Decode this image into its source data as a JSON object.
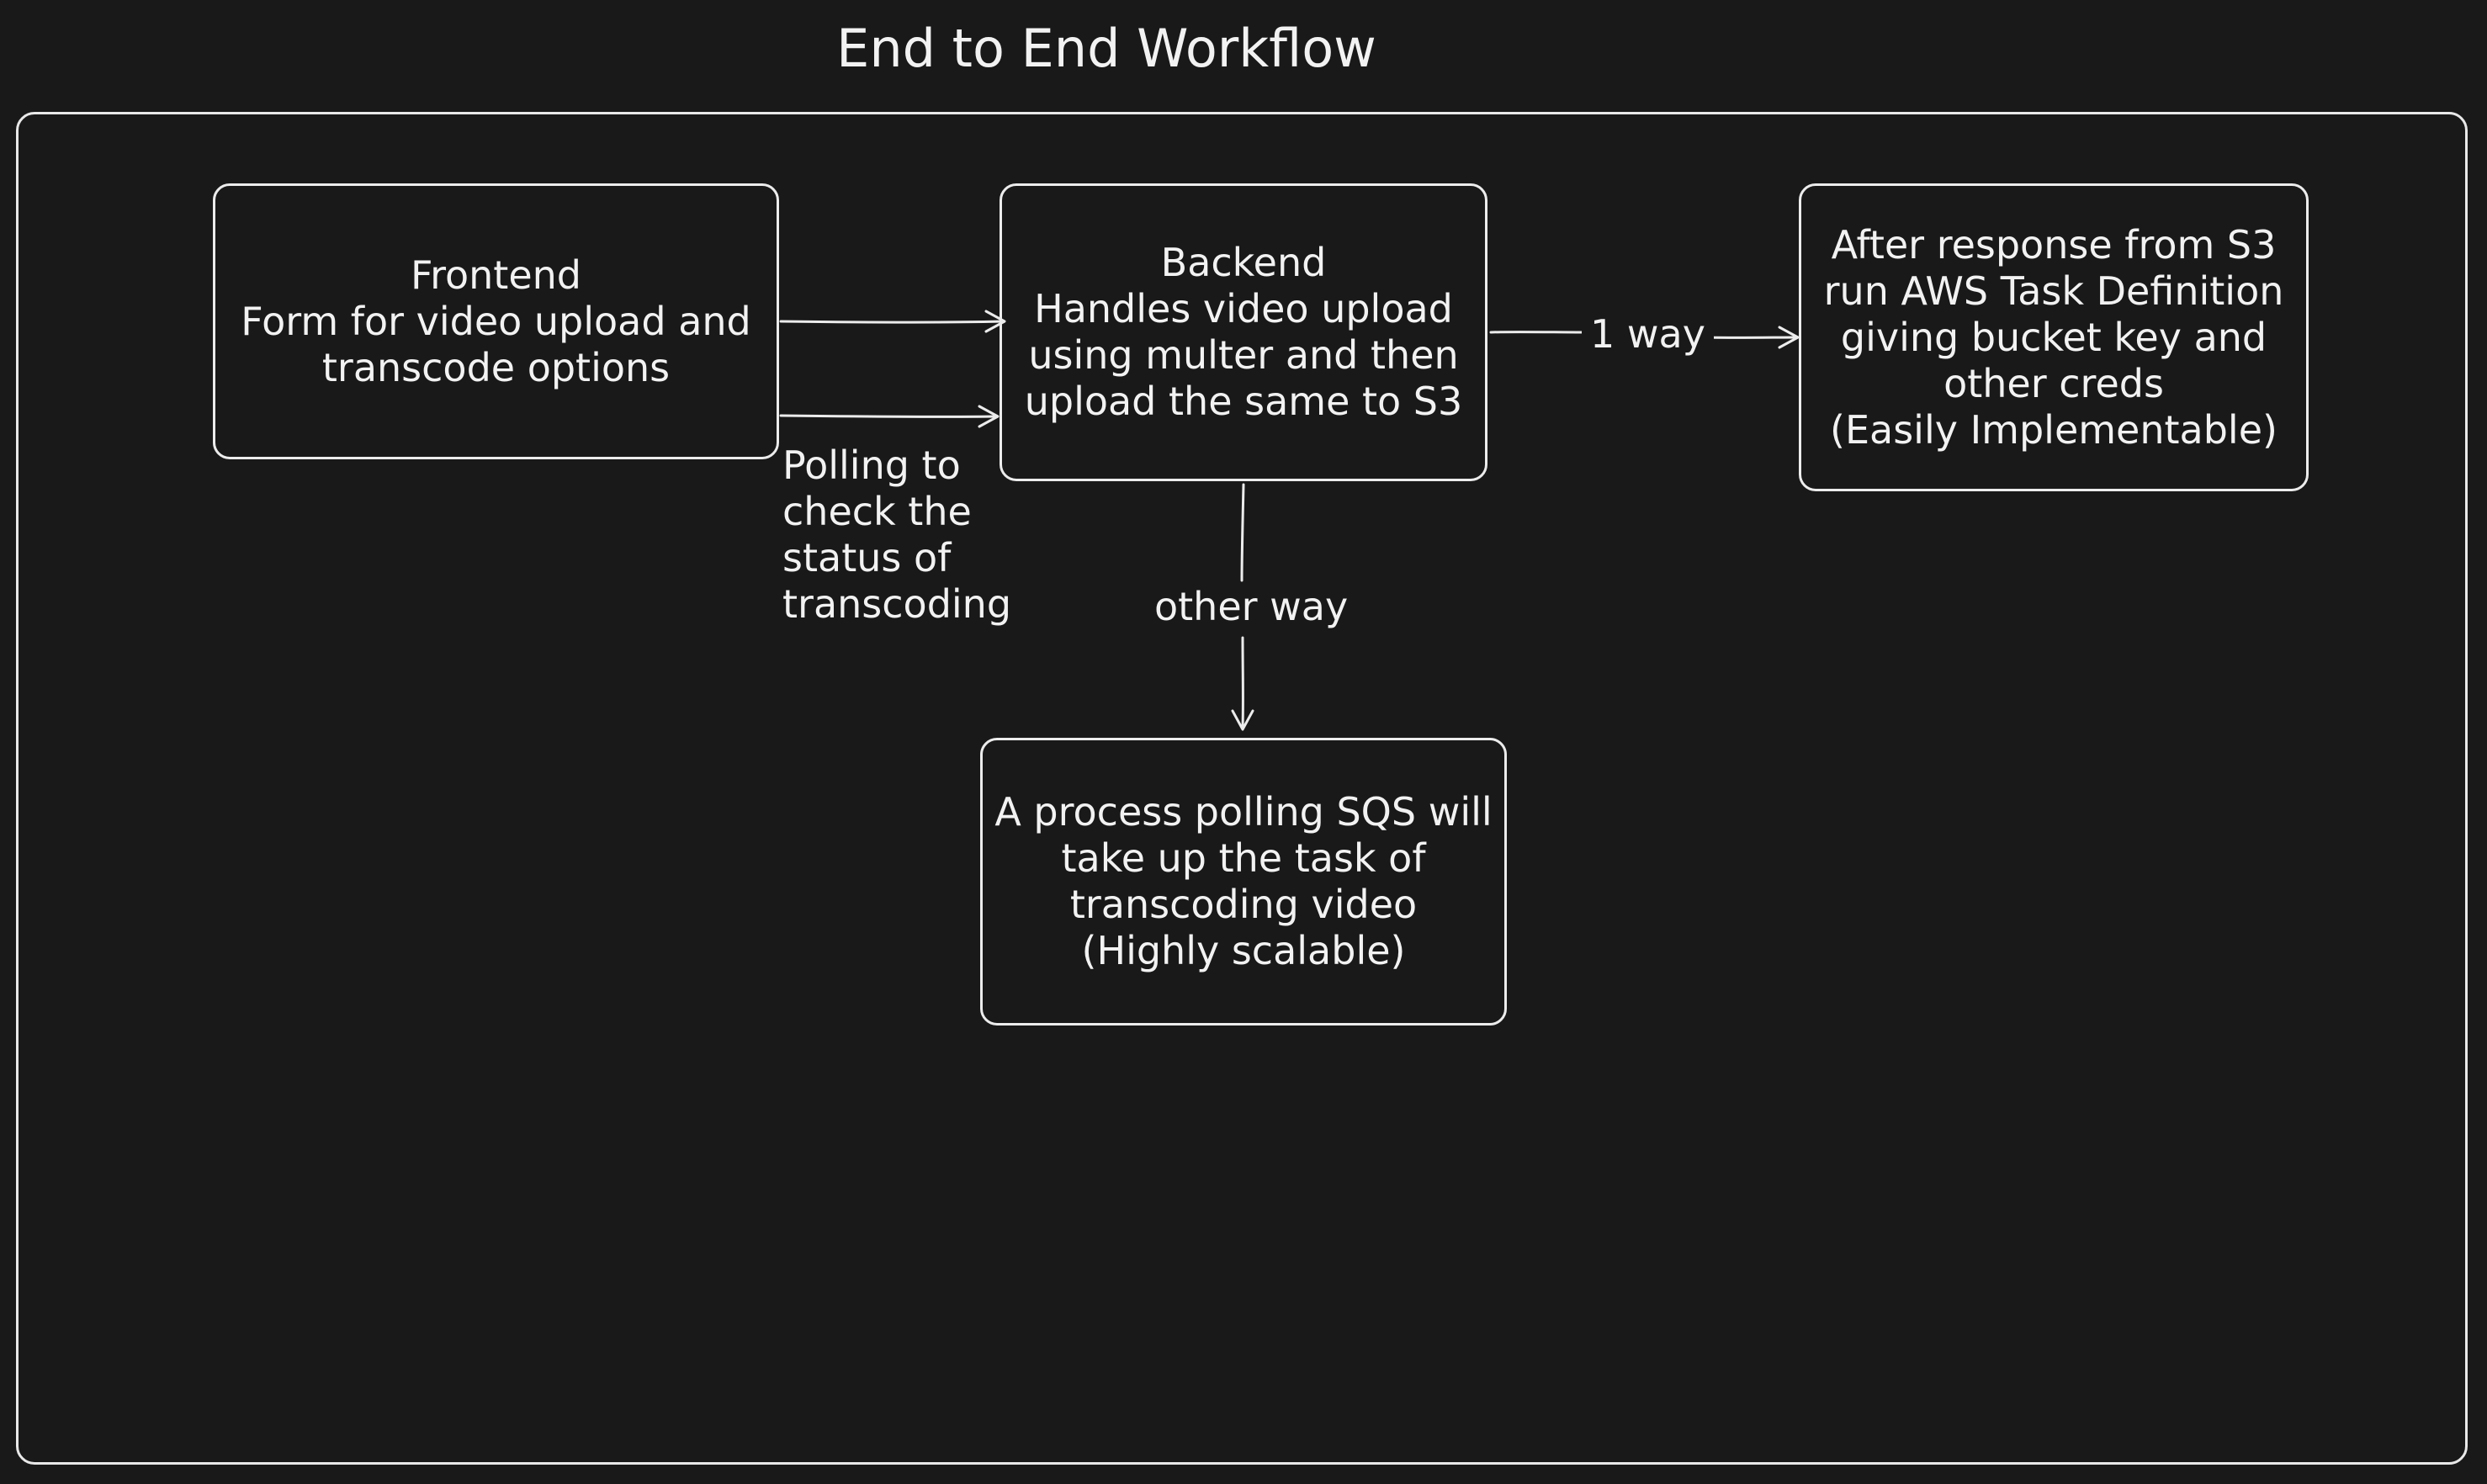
{
  "diagram": {
    "title": "End to End Workflow",
    "nodes": {
      "frontend": {
        "lines": [
          "Frontend",
          "Form for video upload and",
          "transcode options"
        ]
      },
      "backend": {
        "lines": [
          "Backend",
          "Handles video upload",
          "using multer and then",
          "upload the same to S3"
        ]
      },
      "ecs_task": {
        "lines": [
          "After response from S3",
          "run AWS Task Definition",
          "giving bucket key and",
          "other creds",
          "(Easily Implementable)"
        ]
      },
      "sqs_worker": {
        "lines": [
          "A process polling SQS will",
          "take up the task of",
          "transcoding video",
          "(Highly scalable)"
        ]
      }
    },
    "edges": {
      "frontend_to_backend": {
        "from": "frontend",
        "to": "backend"
      },
      "polling": {
        "from": "frontend",
        "to": "backend",
        "lines": [
          "Polling to",
          "check the",
          "status of",
          "transcoding"
        ]
      },
      "one_way": {
        "from": "backend",
        "to": "ecs_task",
        "label": "1 way"
      },
      "other_way": {
        "from": "backend",
        "to": "sqs_worker",
        "label": "other way"
      }
    },
    "colors": {
      "background": "#191919",
      "stroke": "#ececec",
      "text": "#f2f2f2"
    }
  }
}
